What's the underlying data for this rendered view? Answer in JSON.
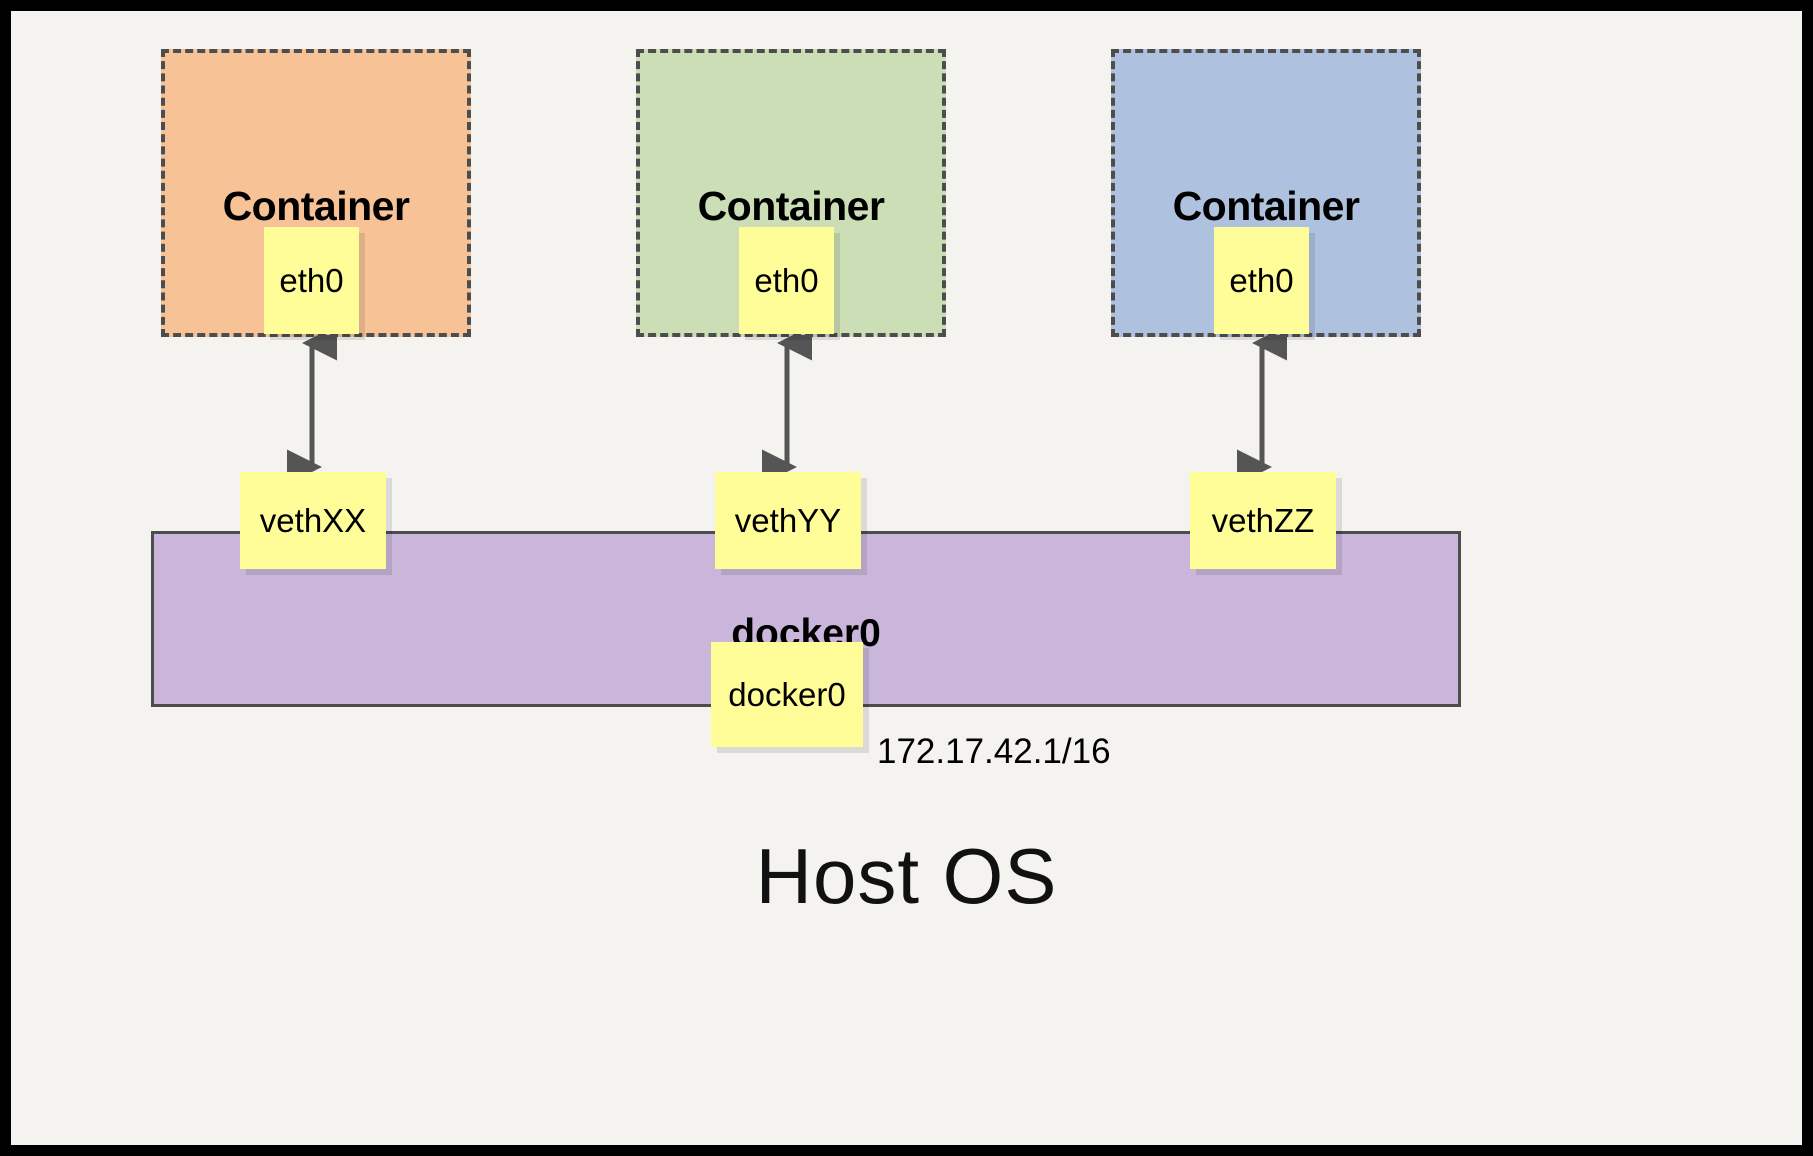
{
  "diagram": {
    "title_bottom": "Host OS",
    "bridge": {
      "name": "docker0",
      "port_label": "docker0",
      "ip": "172.17.42.1/16",
      "color": "#c9b6da"
    },
    "containers": [
      {
        "title": "Container",
        "iface": "eth0",
        "veth": "vethXX",
        "color": "#f7c396"
      },
      {
        "title": "Container",
        "iface": "eth0",
        "veth": "vethYY",
        "color": "#cbdeb5"
      },
      {
        "title": "Container",
        "iface": "eth0",
        "veth": "vethZZ",
        "color": "#aec2e0"
      }
    ],
    "colors": {
      "background": "#f4f3ef",
      "frame": "#000000",
      "stroke": "#4d4d4d",
      "note": "#fffd98",
      "arrow": "#555555"
    }
  }
}
